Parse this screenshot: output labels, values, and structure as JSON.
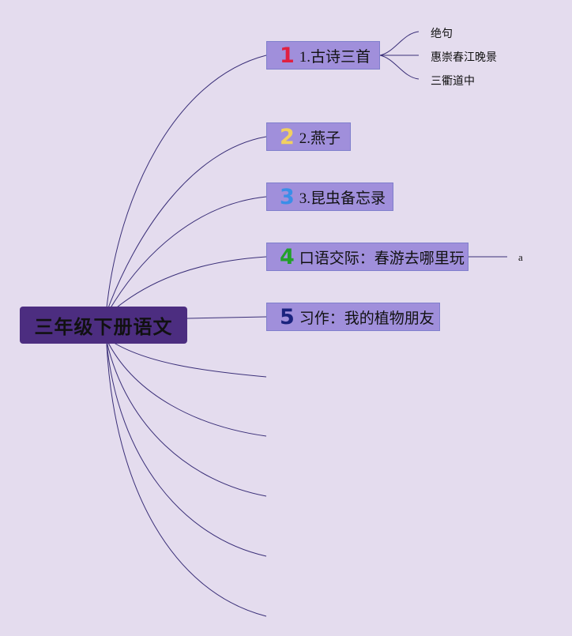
{
  "root": {
    "label": "三年级下册语文"
  },
  "topics": [
    {
      "num": "1",
      "label": "1.古诗三首",
      "num_color": "#e02040"
    },
    {
      "num": "2",
      "label": "2.燕子",
      "num_color": "#f2d060"
    },
    {
      "num": "3",
      "label": "3.昆虫备忘录",
      "num_color": "#3a8ee8"
    },
    {
      "num": "4",
      "label": "口语交际：春游去哪里玩",
      "num_color": "#22a02a"
    },
    {
      "num": "5",
      "label": "习作：我的植物朋友",
      "num_color": "#1a237e"
    }
  ],
  "subtopics": {
    "topic1": [
      "绝句",
      "惠崇春江晚景",
      "三衢道中"
    ],
    "topic4": [
      "a"
    ]
  },
  "colors": {
    "background": "#e4dcee",
    "root_fill": "#4c2d80",
    "topic_fill": "#a08fdb",
    "line": "#3a2f78"
  }
}
